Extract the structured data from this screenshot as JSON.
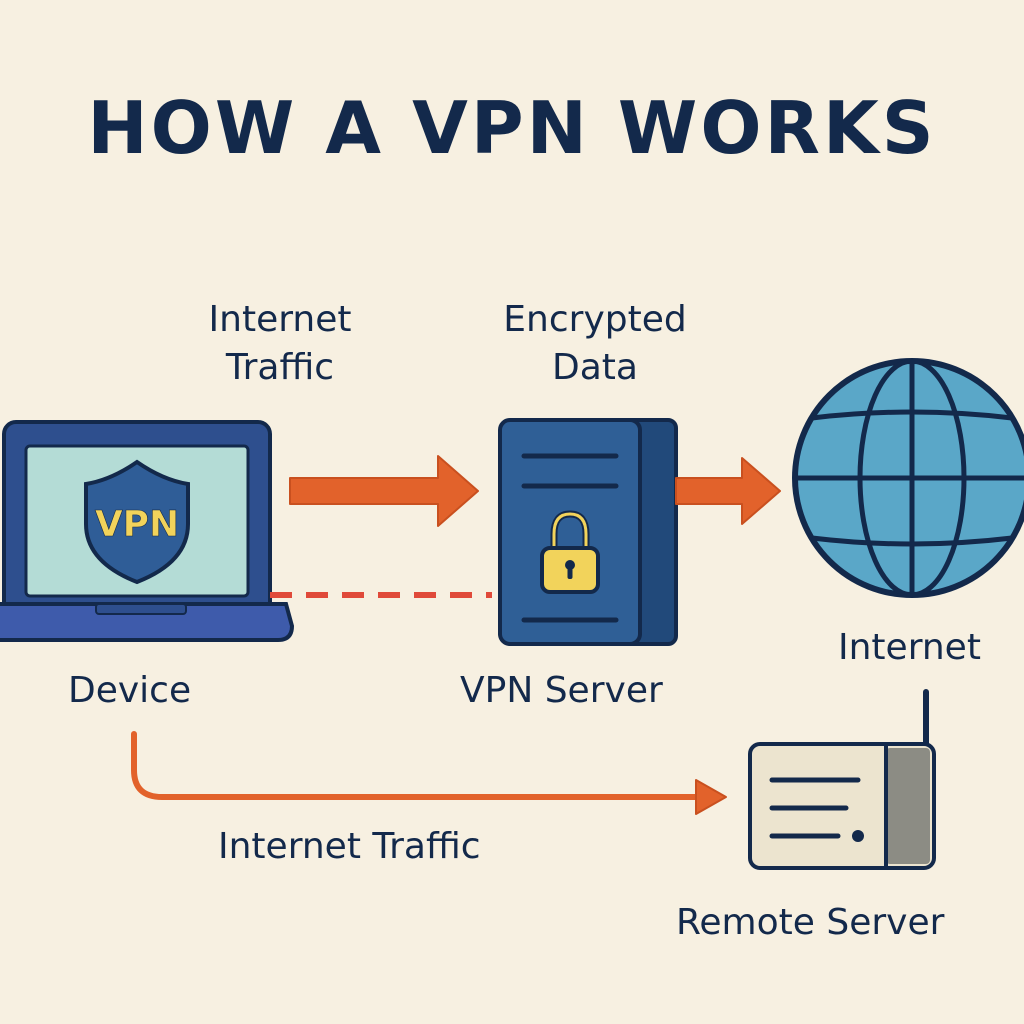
{
  "title": "HOW A VPN WORKS",
  "colors": {
    "background": "#f7f0e1",
    "ink": "#13294b",
    "arrow": "#e2622b",
    "dashed_line": "#e04a3a",
    "device_body": "#2e4f8e",
    "device_screen": "#b4dcd6",
    "shield": "#2f5d97",
    "server_body": "#2f5f96",
    "padlock": "#f2d35b",
    "globe": "#5aa7c8",
    "remote_body": "#ece4cf",
    "remote_side": "#8c8c84"
  },
  "nodes": {
    "device": {
      "label": "Device",
      "screen_text": "VPN",
      "icon": "laptop-icon"
    },
    "vpn_server": {
      "label": "VPN Server",
      "icon": "server-icon",
      "lock_icon": "padlock-icon"
    },
    "internet": {
      "label": "Internet",
      "icon": "globe-icon"
    },
    "remote_server": {
      "label": "Remote Server",
      "icon": "router-icon"
    }
  },
  "edges": {
    "device_to_vpn": {
      "label_line1": "Internet",
      "label_line2": "Traffic"
    },
    "vpn_to_internet": {
      "label_line1": "Encrypted",
      "label_line2": "Data"
    },
    "device_to_remote": {
      "label": "Internet Traffic"
    }
  }
}
